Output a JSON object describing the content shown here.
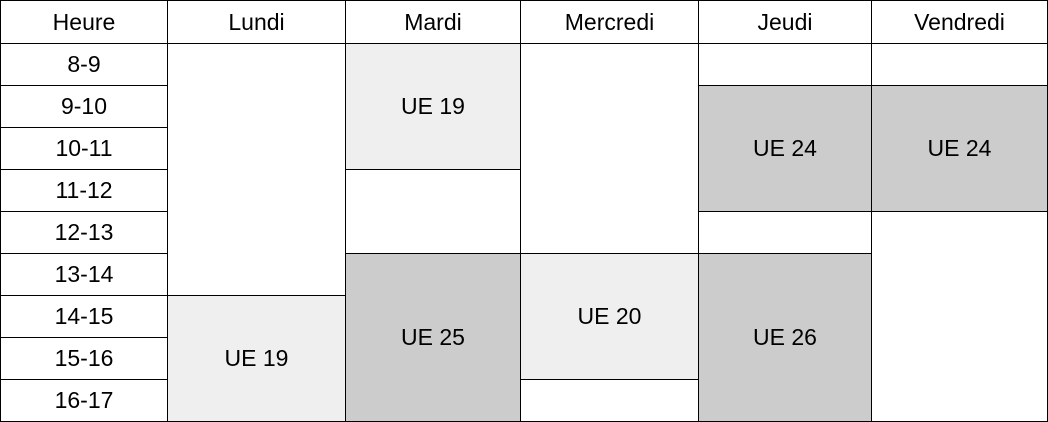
{
  "header": {
    "hour": "Heure",
    "days": [
      "Lundi",
      "Mardi",
      "Mercredi",
      "Jeudi",
      "Vendredi"
    ]
  },
  "hours": [
    "8-9",
    "9-10",
    "10-11",
    "11-12",
    "12-13",
    "13-14",
    "14-15",
    "15-16",
    "16-17"
  ],
  "courses": {
    "lundi_ue19": "UE 19",
    "mardi_ue19": "UE 19",
    "mardi_ue25": "UE 25",
    "mercredi_ue20": "UE 20",
    "jeudi_ue24": "UE 24",
    "jeudi_ue26": "UE 26",
    "vendredi_ue24": "UE 24"
  },
  "colors": {
    "light_cell": "#efefef",
    "dark_cell": "#cccccc",
    "border": "#000000"
  }
}
